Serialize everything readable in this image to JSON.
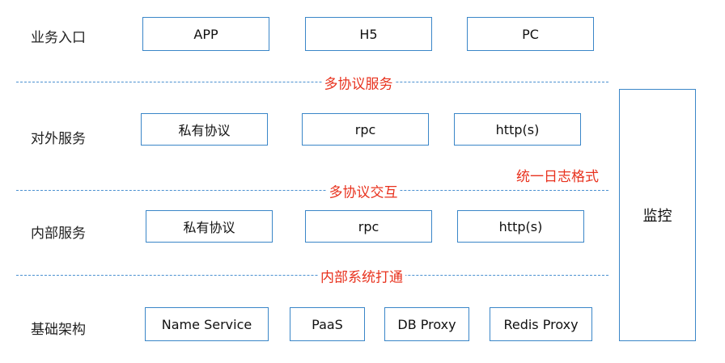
{
  "layers": [
    {
      "label": "业务入口",
      "boxes": [
        "APP",
        "H5",
        "PC"
      ]
    },
    {
      "label": "对外服务",
      "boxes": [
        "私有协议",
        "rpc",
        "http(s)"
      ]
    },
    {
      "label": "内部服务",
      "boxes": [
        "私有协议",
        "rpc",
        "http(s)"
      ]
    },
    {
      "label": "基础架构",
      "boxes": [
        "Name Service",
        "PaaS",
        "DB Proxy",
        "Redis Proxy"
      ]
    }
  ],
  "separators": [
    "多协议服务",
    "多协议交互",
    "内部系统打通"
  ],
  "side_note": "统一日志格式",
  "monitor": "监控",
  "colors": {
    "box_border": "#3a86c8",
    "dashed_line": "#4a90d0",
    "annotation": "#e8321e"
  }
}
